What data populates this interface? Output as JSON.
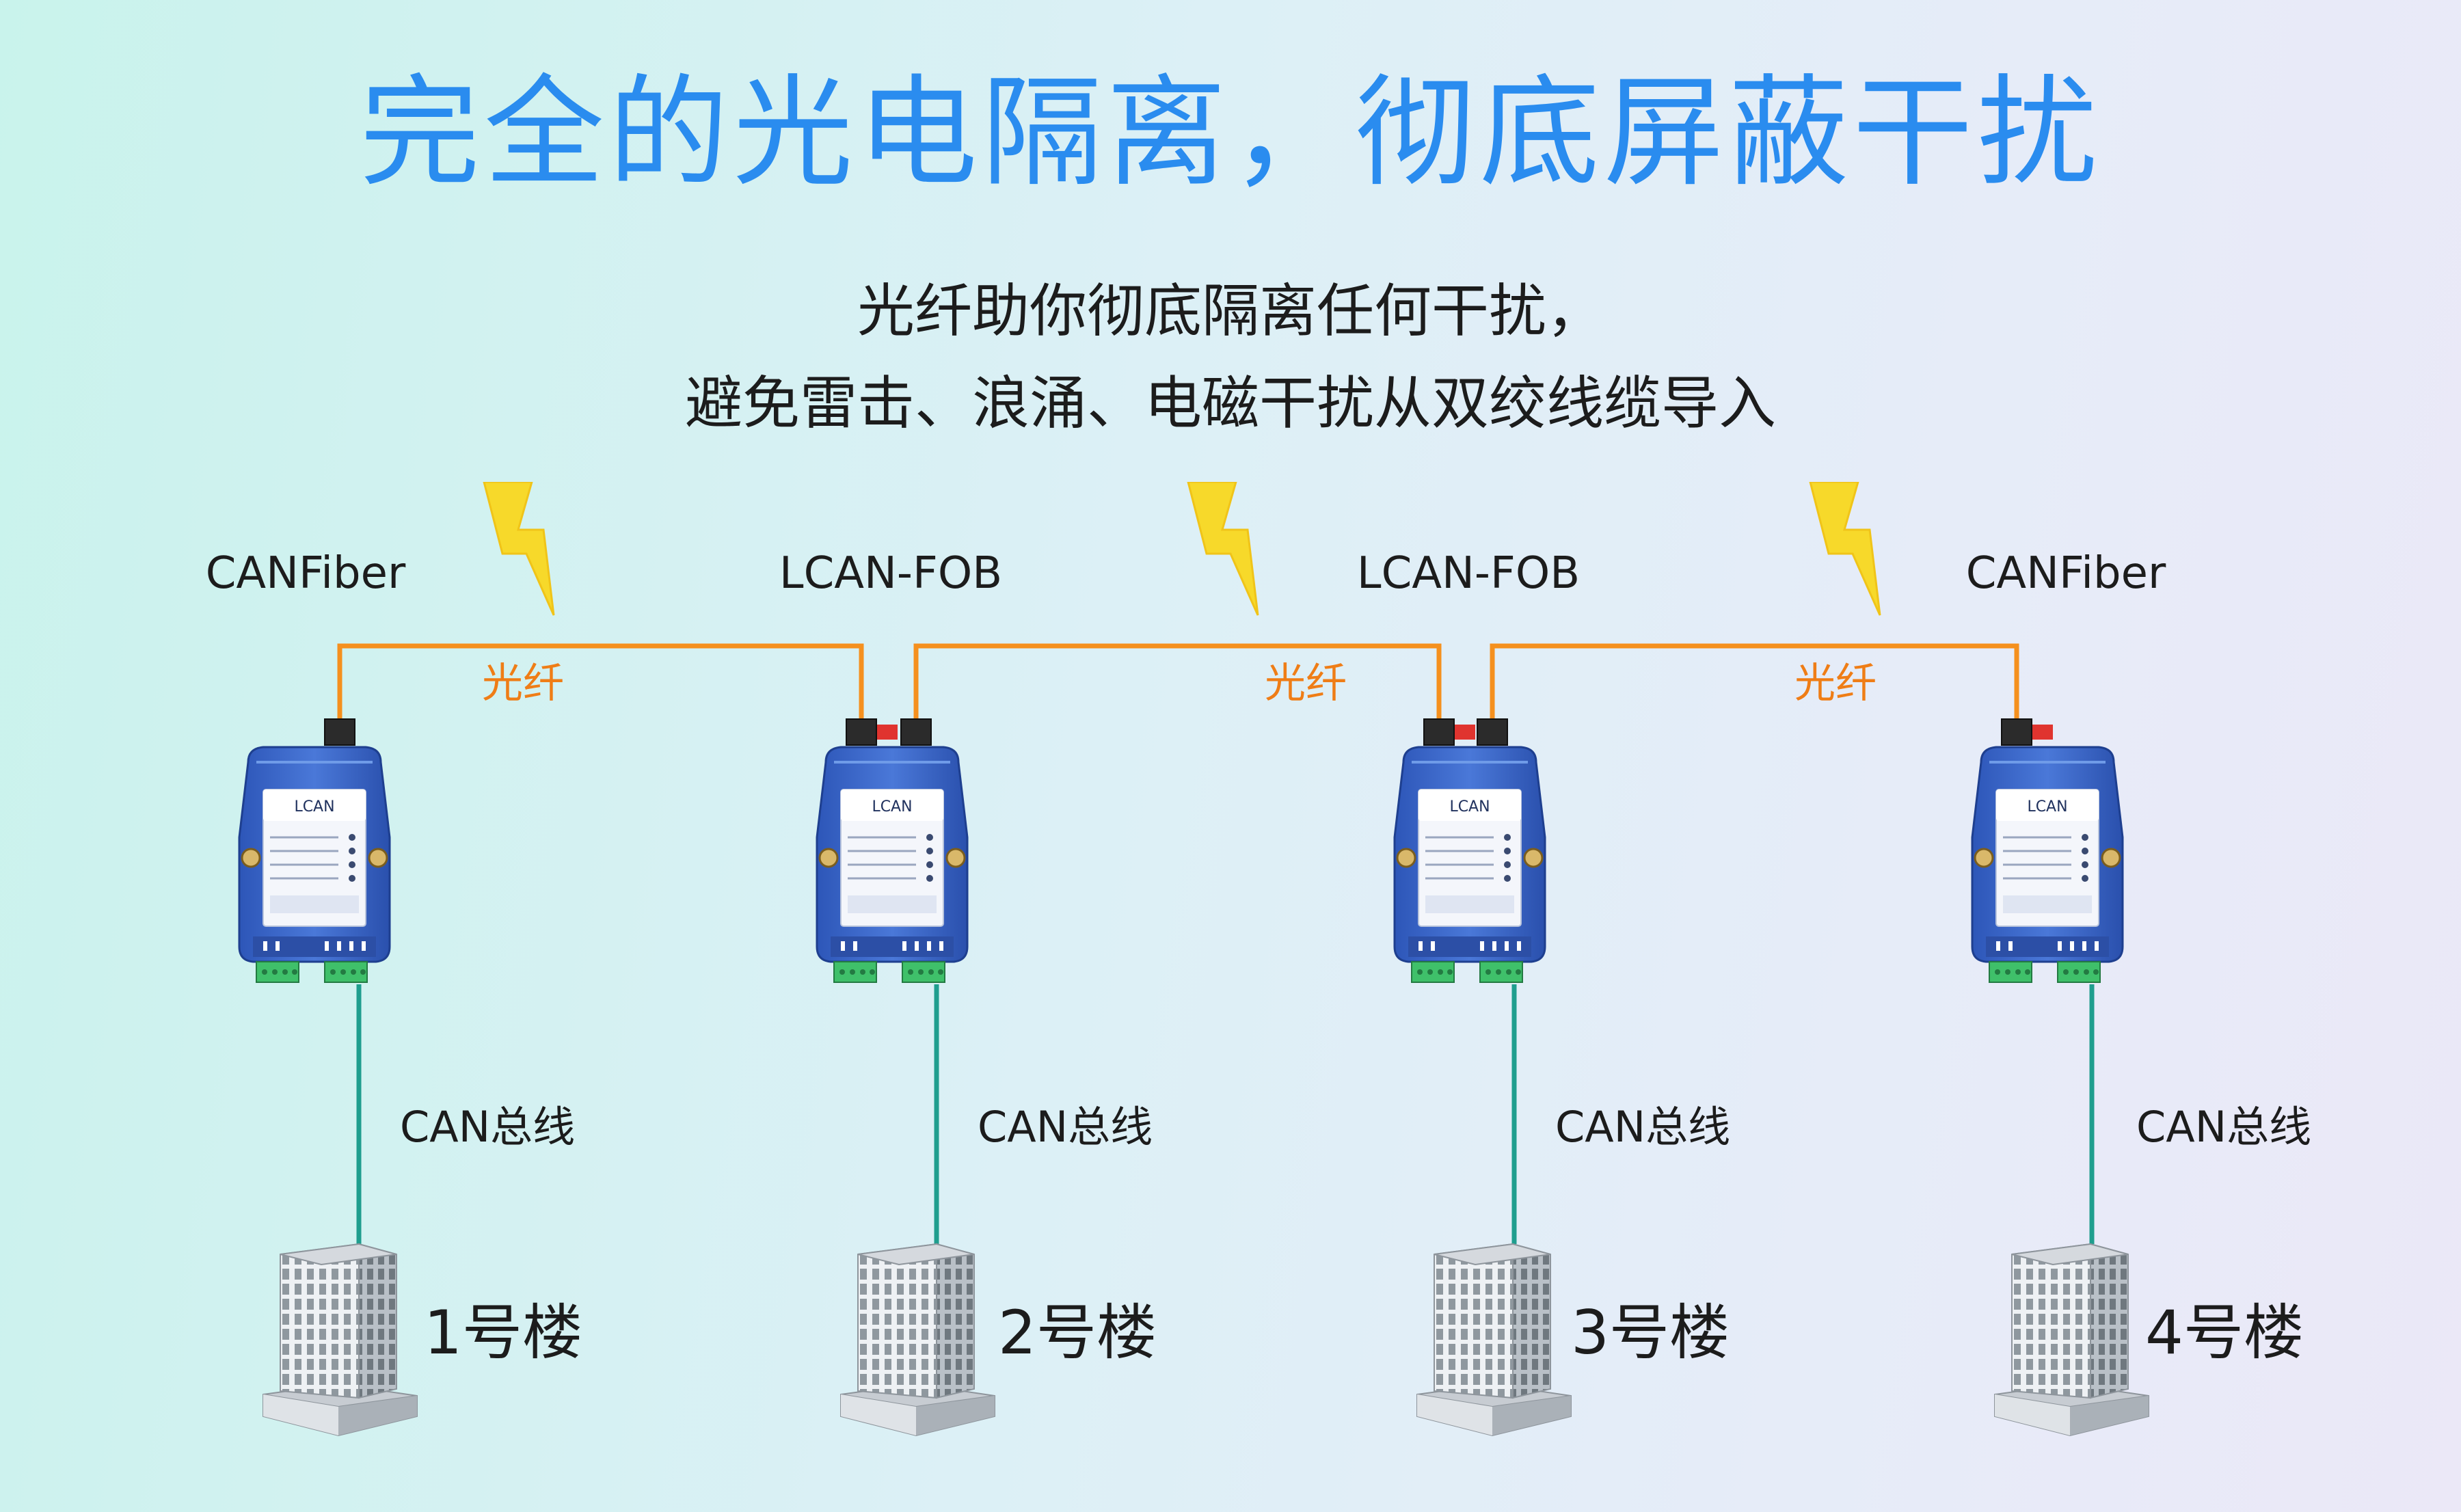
{
  "header": {
    "title": "完全的光电隔离，彻底屏蔽干扰",
    "subtitle_line1": "光纤助你彻底隔离任何干扰，",
    "subtitle_line2": "避免雷击、浪涌、电磁干扰从双绞线缆导入"
  },
  "devices": [
    {
      "model": "CANFiber",
      "bus_label": "CAN总线",
      "building": "1号楼"
    },
    {
      "model": "LCAN-FOB",
      "bus_label": "CAN总线",
      "building": "2号楼"
    },
    {
      "model": "LCAN-FOB",
      "bus_label": "CAN总线",
      "building": "3号楼"
    },
    {
      "model": "CANFiber",
      "bus_label": "CAN总线",
      "building": "4号楼"
    }
  ],
  "links": [
    {
      "label": "光纤"
    },
    {
      "label": "光纤"
    },
    {
      "label": "光纤"
    }
  ],
  "colors": {
    "title": "#2a8cef",
    "fiber": "#f5901e",
    "fiber_label": "#ef7d16",
    "can_bus": "#1f9e8e",
    "device_body": "#3462c4",
    "lightning": "#f7d92a"
  },
  "icons": [
    "lightning-icon",
    "fiber-converter-icon",
    "building-icon"
  ]
}
